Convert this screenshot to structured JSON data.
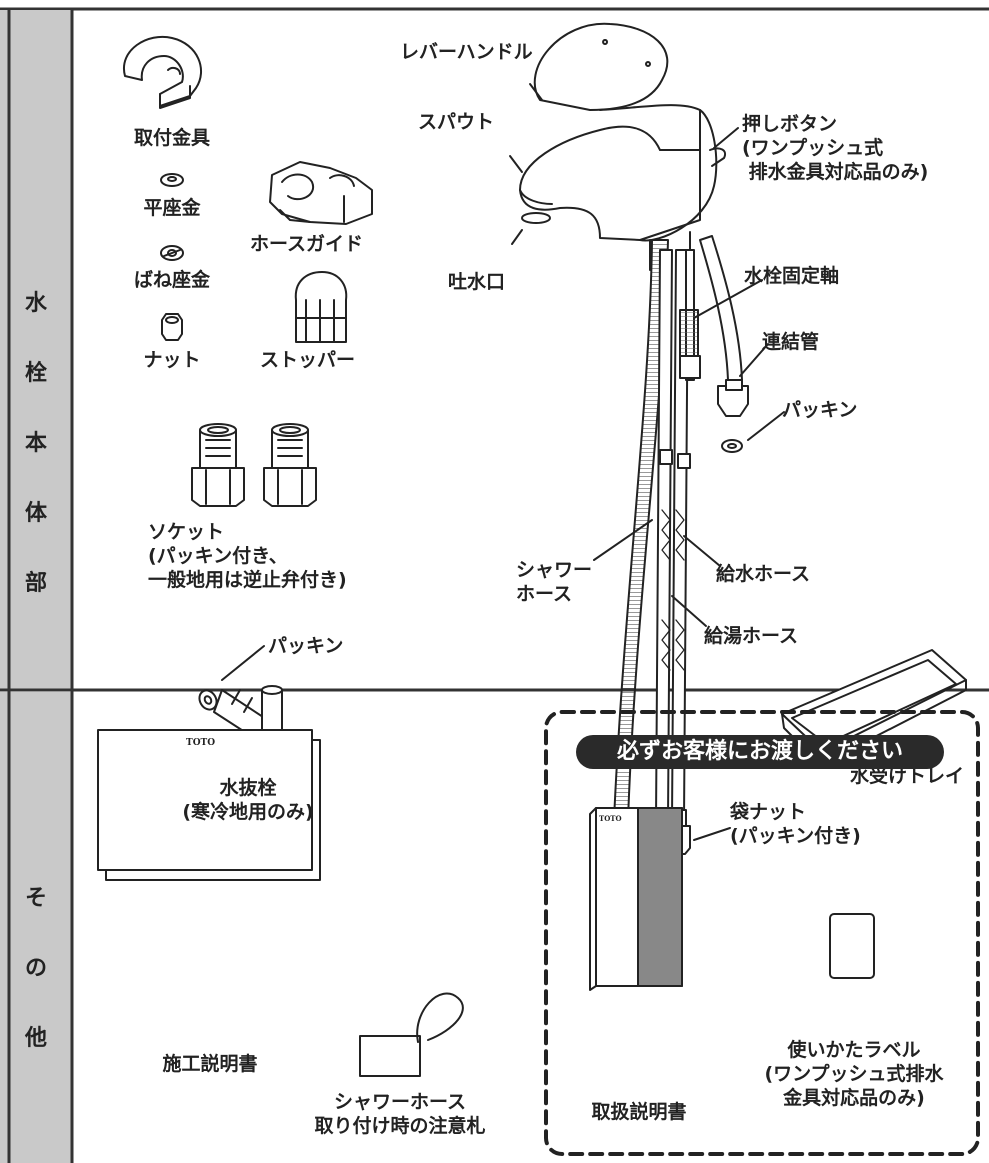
{
  "sections": {
    "main": "水栓本体部",
    "main_chars": [
      "水",
      "栓",
      "本",
      "体",
      "部"
    ],
    "other": "その他",
    "other_chars": [
      "そ",
      "の",
      "他"
    ]
  },
  "parts": {
    "mounting_bracket": "取付金具",
    "flat_washer": "平座金",
    "spring_washer": "ばね座金",
    "nut": "ナット",
    "hose_guide": "ホースガイド",
    "stopper": "ストッパー",
    "socket": "ソケット\n(パッキン付き、\n一般地用は逆止弁付き)",
    "packing_left": "パッキン",
    "drain_valve": "水抜栓\n(寒冷地用のみ)",
    "lever_handle": "レバーハンドル",
    "spout": "スパウト",
    "outlet": "吐水口",
    "push_button": "押しボタン\n(ワンプッシュ式\n 排水金具対応品のみ)",
    "fixing_shaft": "水栓固定軸",
    "connecting_pipe": "連結管",
    "packing_right": "パッキン",
    "shower_hose": "シャワー\nホース",
    "water_supply_hose": "給水ホース",
    "hot_water_hose": "給湯ホース",
    "tray": "水受けトレイ",
    "cap_nut": "袋ナット\n(パッキン付き)"
  },
  "others": {
    "install_manual": "施工説明書",
    "install_manual_logo": "TOTO",
    "tag": "シャワーホース\n取り付け時の注意札",
    "deliver_banner": "必ずお客様にお渡しください",
    "user_manual": "取扱説明書",
    "user_manual_logo": "TOTO",
    "usage_label": "使いかたラベル\n(ワンプッシュ式排水\n金具対応品のみ)"
  }
}
